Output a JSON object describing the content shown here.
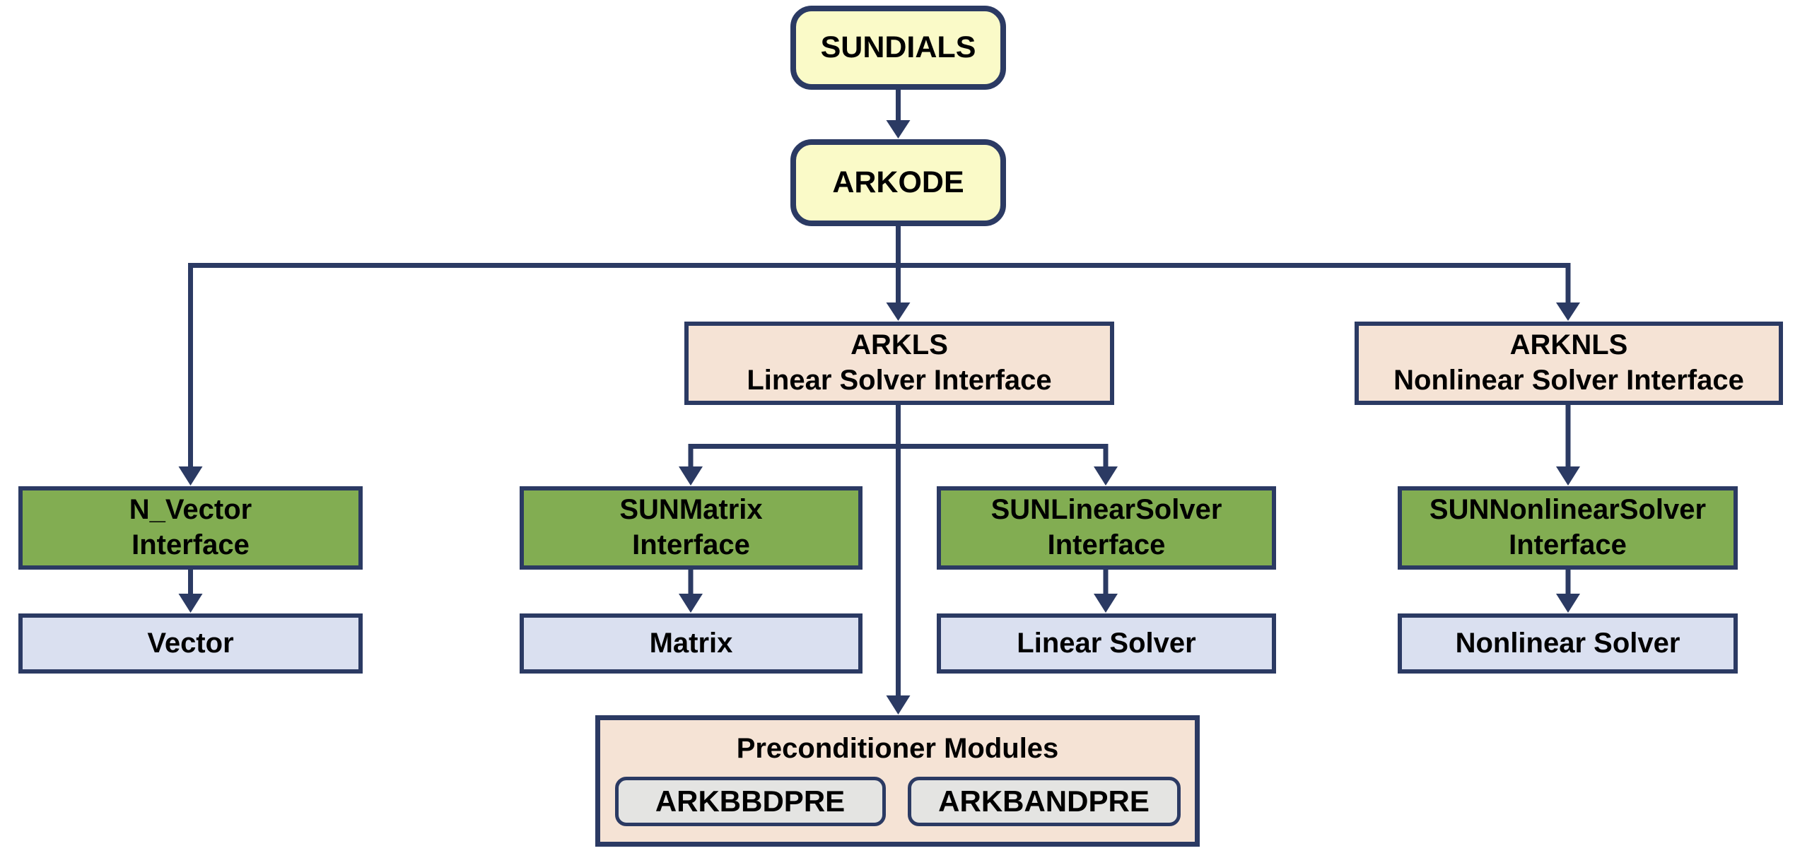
{
  "colors": {
    "navy": "#2b3a63",
    "yellow": "#fafac8",
    "peach": "#f5e3d5",
    "green": "#82ad52",
    "lavender": "#dae0f0",
    "gray": "#e4e4e2",
    "text": "#000000",
    "bg": "#ffffff"
  },
  "nodes": {
    "sundials": {
      "label": "SUNDIALS"
    },
    "arkode": {
      "label": "ARKODE"
    },
    "arkls": {
      "line1": "ARKLS",
      "line2": "Linear Solver Interface"
    },
    "arknls": {
      "line1": "ARKNLS",
      "line2": "Nonlinear Solver Interface"
    },
    "nvector": {
      "line1": "N_Vector",
      "line2": "Interface"
    },
    "sunmatrix": {
      "line1": "SUNMatrix",
      "line2": "Interface"
    },
    "sunlinearsolver": {
      "line1": "SUNLinearSolver",
      "line2": "Interface"
    },
    "sunnonlinearsolver": {
      "line1": "SUNNonlinearSolver",
      "line2": "Interface"
    },
    "vector": {
      "label": "Vector"
    },
    "matrix": {
      "label": "Matrix"
    },
    "linear_solver": {
      "label": "Linear Solver"
    },
    "nonlinear_solver": {
      "label": "Nonlinear Solver"
    },
    "preconditioner": {
      "title": "Preconditioner Modules",
      "modules": [
        {
          "label": "ARKBBDPRE"
        },
        {
          "label": "ARKBANDPRE"
        }
      ]
    }
  },
  "edges": [
    {
      "from": "sundials",
      "to": "arkode"
    },
    {
      "from": "arkode",
      "to": "nvector"
    },
    {
      "from": "arkode",
      "to": "arkls"
    },
    {
      "from": "arkode",
      "to": "arknls"
    },
    {
      "from": "arkls",
      "to": "sunmatrix"
    },
    {
      "from": "arkls",
      "to": "sunlinearsolver"
    },
    {
      "from": "arkls",
      "to": "preconditioner"
    },
    {
      "from": "arknls",
      "to": "sunnonlinearsolver"
    },
    {
      "from": "nvector",
      "to": "vector"
    },
    {
      "from": "sunmatrix",
      "to": "matrix"
    },
    {
      "from": "sunlinearsolver",
      "to": "linear_solver"
    },
    {
      "from": "sunnonlinearsolver",
      "to": "nonlinear_solver"
    }
  ]
}
